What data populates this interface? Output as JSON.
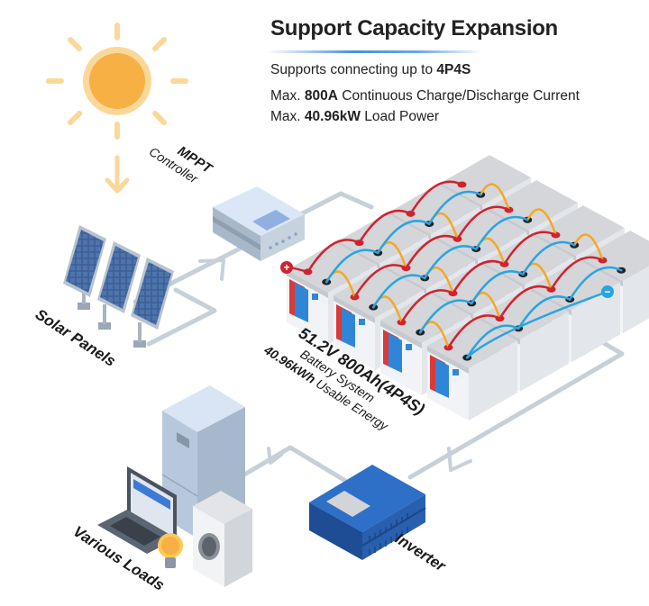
{
  "header": {
    "title": "Support Capacity Expansion",
    "specs": [
      {
        "prefix": "Supports connecting up to ",
        "bold": "4P4S",
        "suffix": ""
      },
      {
        "prefix": "Max. ",
        "bold": "800A",
        "suffix": " Continuous Charge/Discharge Current"
      },
      {
        "prefix": "Max. ",
        "bold": "40.96kW",
        "suffix": " Load Power"
      }
    ]
  },
  "components": {
    "sun": {
      "label": "",
      "icon": "sun-icon"
    },
    "mppt": {
      "label_bold": "MPPT",
      "label": "Controller"
    },
    "solar": {
      "label": "Solar Panels"
    },
    "battery": {
      "label_bold": "51.2V 800Ah(4P4S)",
      "line2": "Battery System",
      "line3_bold": "40.96kWh",
      "line3": " Usable Energy",
      "configuration": "4P4S",
      "positive_terminal": "+",
      "negative_terminal": "−"
    },
    "inverter": {
      "label": "Inverter"
    },
    "loads": {
      "label": "Various Loads"
    }
  },
  "colors": {
    "sun": "#f7b043",
    "sun_glow": "#fbd89a",
    "wire": "#c7d0d8",
    "mppt": "#c9d9ee",
    "inverter": "#2e6fc7",
    "cable_red": "#d0222f",
    "cable_blue": "#29a4e0",
    "cable_orange": "#f3a823"
  }
}
